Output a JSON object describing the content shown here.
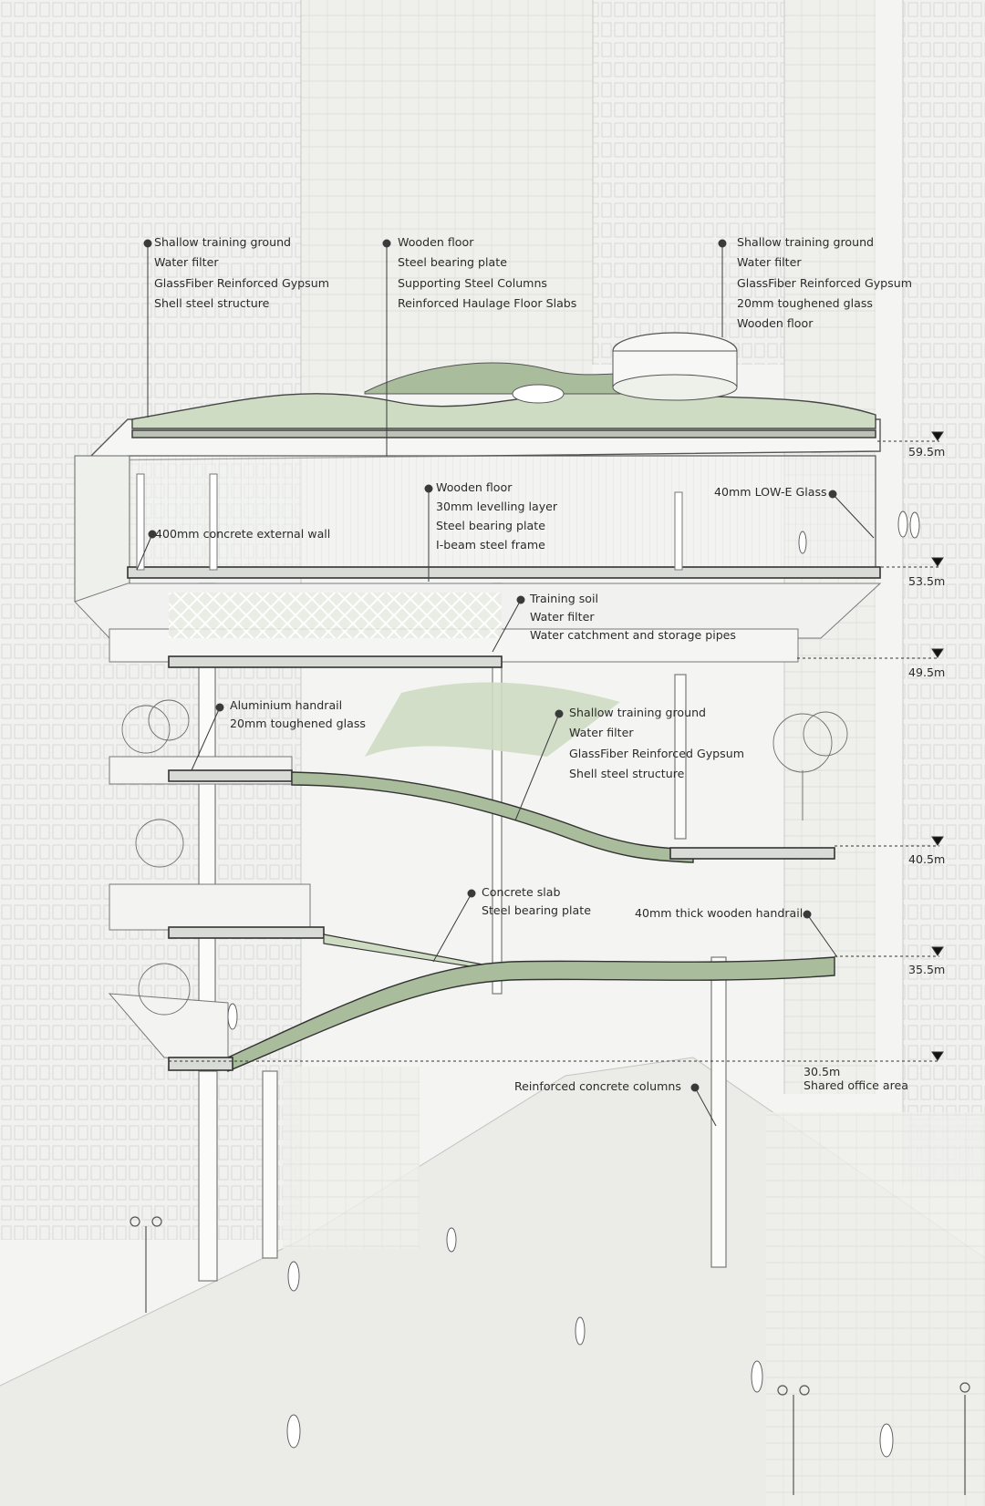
{
  "colors": {
    "ink": "#3a3a3a",
    "green": "#a9bd9c",
    "green_light": "#cfdcc4",
    "background": "#f4f5f2"
  },
  "annotations": [
    {
      "id": "roof-left",
      "lines": [
        "Shallow training ground",
        "Water filter",
        "GlassFiber Reinforced Gypsum",
        "Shell steel structure"
      ]
    },
    {
      "id": "roof-middle",
      "lines": [
        "Wooden floor",
        "Steel bearing plate",
        "Supporting Steel Columns",
        "Reinforced Haulage Floor Slabs"
      ]
    },
    {
      "id": "roof-right",
      "lines": [
        "Shallow training ground",
        "Water filter",
        "GlassFiber Reinforced Gypsum",
        "20mm toughened glass",
        "Wooden floor"
      ]
    },
    {
      "id": "floor-build-up",
      "lines": [
        "Wooden floor",
        "30mm levelling layer",
        "Steel bearing plate",
        "I-beam steel frame"
      ]
    },
    {
      "id": "external-wall",
      "lines": [
        "400mm concrete external wall"
      ]
    },
    {
      "id": "glass",
      "lines": [
        "40mm LOW-E Glass"
      ]
    },
    {
      "id": "training-soil",
      "lines": [
        "Training soil",
        "Water filter",
        "Water catchment and storage pipes"
      ]
    },
    {
      "id": "handrail",
      "lines": [
        "Aluminium handrail",
        "20mm toughened glass"
      ]
    },
    {
      "id": "ramp-shell",
      "lines": [
        "Shallow training ground",
        "Water filter",
        "GlassFiber Reinforced Gypsum",
        "Shell steel structure"
      ]
    },
    {
      "id": "concrete-slab",
      "lines": [
        "Concrete slab",
        "Steel bearing plate"
      ]
    },
    {
      "id": "wooden-handrail",
      "lines": [
        "40mm thick wooden handrail"
      ]
    },
    {
      "id": "columns",
      "lines": [
        "Reinforced concrete columns"
      ]
    }
  ],
  "levels": [
    {
      "id": "595",
      "label": "59.5m"
    },
    {
      "id": "535",
      "label": "53.5m"
    },
    {
      "id": "495",
      "label": "49.5m"
    },
    {
      "id": "405",
      "label": "40.5m"
    },
    {
      "id": "355",
      "label": "35.5m"
    },
    {
      "id": "305",
      "label": "30.5m",
      "note": "Shared office area"
    }
  ]
}
